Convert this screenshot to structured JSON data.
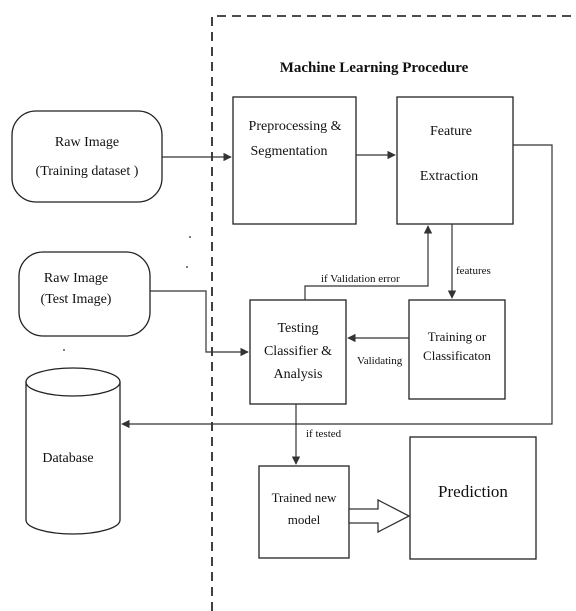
{
  "diagram": {
    "title": "Machine Learning Procedure",
    "nodes": {
      "raw_training": {
        "line1": "Raw Image",
        "line2": "(Training dataset )"
      },
      "raw_test": {
        "line1": "Raw Image",
        "line2": "(Test Image)"
      },
      "preprocessing": {
        "line1": "Preprocessing &",
        "line2": "Segmentation"
      },
      "feature_extraction": {
        "line1": "Feature",
        "line2": "Extraction"
      },
      "training": {
        "line1": "Training or",
        "line2": "Classificaton"
      },
      "testing": {
        "line1": "Testing",
        "line2": "Classifier &",
        "line3": "Analysis"
      },
      "database": {
        "line1": "Database"
      },
      "trained_model": {
        "line1": "Trained new",
        "line2": "model"
      },
      "prediction": {
        "line1": "Prediction"
      }
    },
    "edge_labels": {
      "validation_error": "if Validation error",
      "features": "features",
      "validating": "Validating",
      "tested": "if tested"
    }
  }
}
